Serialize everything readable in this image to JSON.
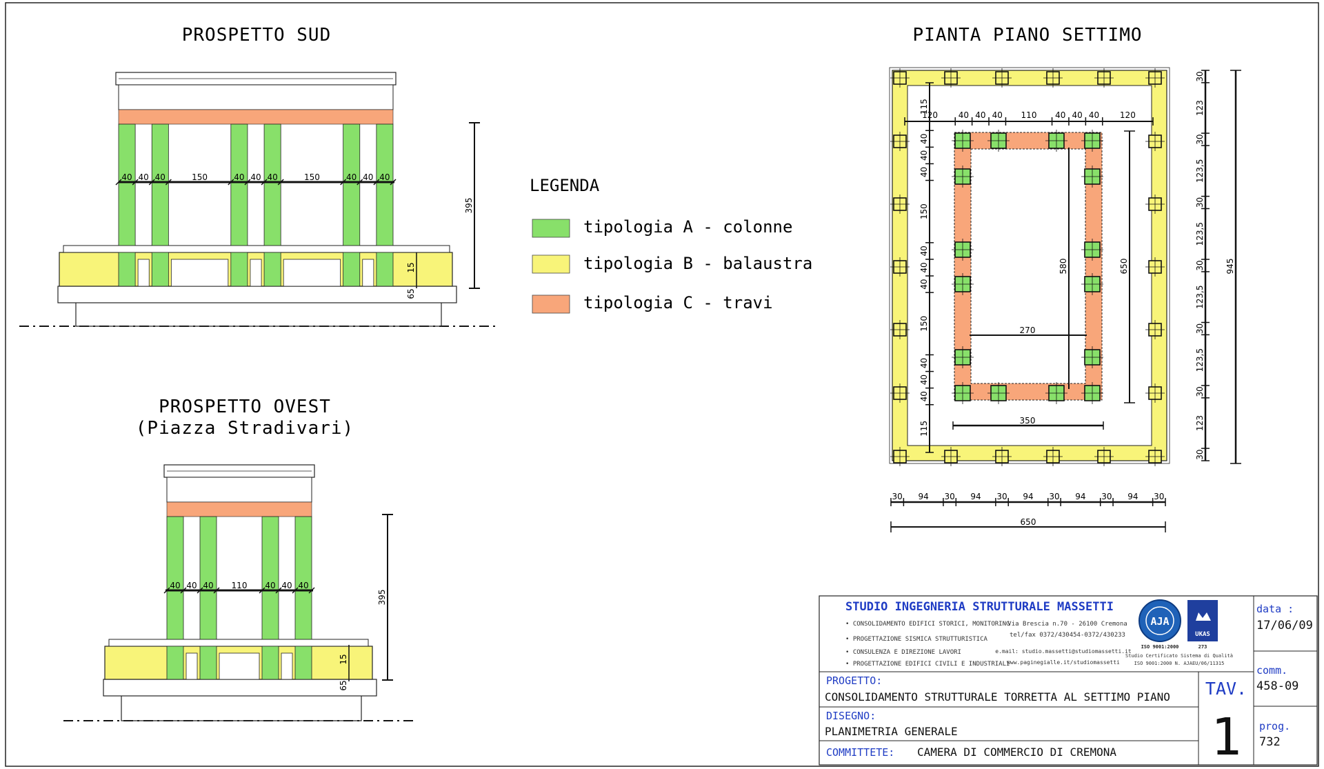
{
  "colors": {
    "tipologia_a": "#88e06a",
    "tipologia_b": "#f8f479",
    "tipologia_c": "#f8a67a",
    "title_blue": "#1f3cc4",
    "ink": "#111111"
  },
  "views": {
    "south_title": "PROSPETTO SUD",
    "west_title_1": "PROSPETTO OVEST",
    "west_title_2": "(Piazza Stradivari)",
    "plan_title": "PIANTA PIANO SETTIMO"
  },
  "legend": {
    "title": "LEGENDA",
    "items": [
      {
        "label": "tipologia A - colonne",
        "color": "#88e06a"
      },
      {
        "label": "tipologia B - balaustra",
        "color": "#f8f479"
      },
      {
        "label": "tipologia C - travi",
        "color": "#f8a67a"
      }
    ]
  },
  "dims_south": {
    "chain": [
      "40",
      "40",
      "40",
      "150",
      "40",
      "40",
      "40",
      "150",
      "40",
      "40",
      "40"
    ],
    "height_total": "395",
    "height_rail": "15",
    "height_base": "65"
  },
  "dims_west": {
    "chain": [
      "40",
      "40",
      "40",
      "110",
      "40",
      "40",
      "40"
    ],
    "height_total": "395",
    "height_rail": "15",
    "height_base": "65"
  },
  "dims_plan": {
    "top_chain": [
      "120",
      "40",
      "40",
      "40",
      "110",
      "40",
      "40",
      "40",
      "120"
    ],
    "left_chain": [
      "115",
      "40",
      "40",
      "40",
      "150",
      "40",
      "40",
      "40",
      "150",
      "40",
      "40",
      "40",
      "115"
    ],
    "right_chain": [
      "30",
      "123",
      "30",
      "123,5",
      "30",
      "123,5",
      "30",
      "123,5",
      "30",
      "123,5",
      "30",
      "123",
      "30"
    ],
    "right_total": "945",
    "bottom_chain": [
      "30",
      "94",
      "30",
      "94",
      "30",
      "94",
      "30",
      "94",
      "30",
      "94",
      "30"
    ],
    "bottom_total": "650",
    "inner_vertical": "580",
    "inner_vertical_2": "650",
    "inner_horizontal": "270",
    "inner_horizontal_2": "350"
  },
  "title_block": {
    "company": "STUDIO INGEGNERIA STRUTTURALE MASSETTI",
    "services": [
      "• CONSOLIDAMENTO EDIFICI STORICI, MONITORING",
      "• PROGETTAZIONE SISMICA STRUTTURISTICA",
      "• CONSULENZA E DIREZIONE LAVORI",
      "• PROGETTAZIONE EDIFICI CIVILI E INDUSTRIALI"
    ],
    "address_lines": [
      "Via Brescia n.70 - 26100 Cremona",
      "tel/fax 0372/430454-0372/430233",
      "e.mail: studio.massetti@studiomassetti.it",
      "www.paginegialle.it/studiomassetti"
    ],
    "cert_badge_1": "AJA",
    "cert_badge_2": "UKAS",
    "cert_line_1": "ISO 9001:2000",
    "cert_num": "273",
    "cert_line_2": "Studio Certificato Sistema di Qualità",
    "cert_line_3": "ISO 9001:2000  N. AJAEU/06/11315",
    "progetto_label": "PROGETTO:",
    "progetto_value": "CONSOLIDAMENTO STRUTTURALE TORRETTA AL SETTIMO PIANO",
    "disegno_label": "DISEGNO:",
    "disegno_value": "PLANIMETRIA GENERALE",
    "committente_label": "COMMITTETE:",
    "committente_value": "CAMERA DI COMMERCIO DI CREMONA",
    "tav_label": "TAV.",
    "tav_value": "1",
    "data_label": "data :",
    "data_value": "17/06/09",
    "comm_label": "comm.",
    "comm_value": "458-09",
    "prog_label": "prog.",
    "prog_value": "732"
  }
}
